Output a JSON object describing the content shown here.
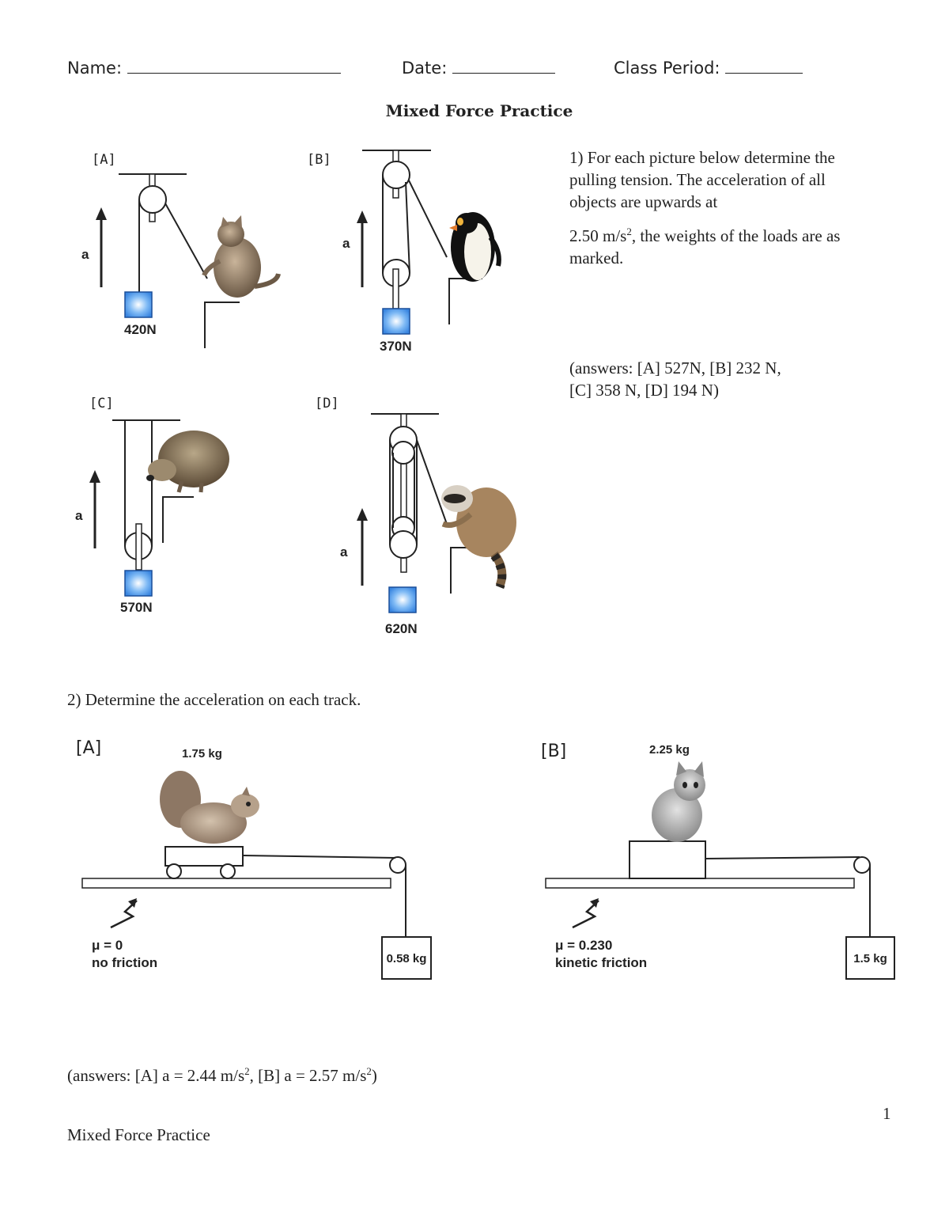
{
  "header": {
    "name_label": "Name:",
    "date_label": "Date:",
    "period_label": "Class Period:"
  },
  "title": "Mixed Force Practice",
  "question1": {
    "text_line1": "1)  For each picture below determine the",
    "text_line2": "pulling tension. The acceleration of all",
    "text_line3": "objects are upwards at",
    "accel_value": "2.50 m/s",
    "accel_exp": "2",
    "text_line4_rest": ", the weights of the loads are as",
    "text_line5": "marked.",
    "answers_line1": "(answers: [A] 527N, [B] 232 N,",
    "answers_line2": "[C] 358 N, [D] 194 N)"
  },
  "pulleys": {
    "A": {
      "label": "[A]",
      "weight": "420N",
      "accel": "a",
      "animal": "cat"
    },
    "B": {
      "label": "[B]",
      "weight": "370N",
      "accel": "a",
      "animal": "penguin"
    },
    "C": {
      "label": "[C]",
      "weight": "570N",
      "accel": "a",
      "animal": "hedgehog"
    },
    "D": {
      "label": "[D]",
      "weight": "620N",
      "accel": "a",
      "animal": "raccoon"
    }
  },
  "question2": {
    "text": "2) Determine the acceleration on each track.",
    "A": {
      "label": "[A]",
      "mass": "1.75 kg",
      "hanging": "0.58 kg",
      "mu": "μ = 0",
      "friction": "no friction",
      "animal": "squirrel"
    },
    "B": {
      "label": "[B]",
      "mass": "2.25 kg",
      "hanging": "1.5 kg",
      "mu": "μ = 0.230",
      "friction": "kinetic friction",
      "animal": "cat"
    },
    "answers_prefix": "(answers: [A] a = 2.44 m/s",
    "answers_exp1": "2",
    "answers_mid": ", [B] a = 2.57 m/s",
    "answers_exp2": "2",
    "answers_suffix": ")"
  },
  "footer": {
    "page_number": "1",
    "footer_title": "Mixed Force Practice"
  },
  "colors": {
    "block_fill": "#5aa6f0",
    "block_edge": "#1a4f9a",
    "ink": "#222222"
  }
}
